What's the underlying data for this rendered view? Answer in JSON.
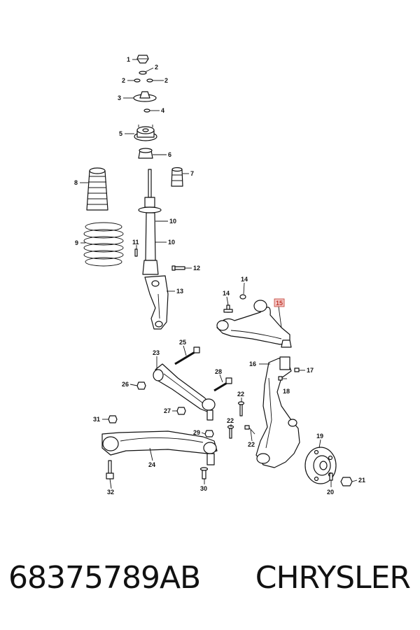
{
  "callouts": [
    "1",
    "2",
    "2",
    "2",
    "3",
    "4",
    "5",
    "6",
    "7",
    "8",
    "9",
    "10",
    "10",
    "11",
    "12",
    "13",
    "14",
    "14",
    "15",
    "16",
    "17",
    "18",
    "19",
    "20",
    "21",
    "22",
    "22",
    "23",
    "24",
    "25",
    "26",
    "27",
    "28",
    "29",
    "22",
    "30",
    "31",
    "32"
  ],
  "footer": {
    "part_number": "68375789AB",
    "brand": "CHRYSLER"
  },
  "colors": {
    "line": "#111111",
    "highlight_fill": "#f4c6c6",
    "highlight_stroke": "#c0392b"
  }
}
